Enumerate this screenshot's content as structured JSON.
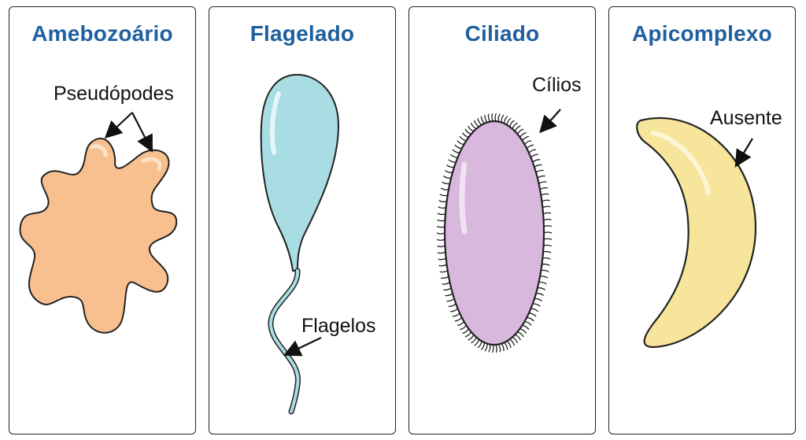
{
  "panels": [
    {
      "title": "Amebozoário",
      "label": "Pseudópodes",
      "fill": "#f9c08f"
    },
    {
      "title": "Flagelado",
      "label": "Flagelos",
      "fill": "#a8dde3"
    },
    {
      "title": "Ciliado",
      "label": "Cílios",
      "fill": "#d8b9dd"
    },
    {
      "title": "Apicomplexo",
      "label": "Ausente",
      "fill": "#f7e59c"
    }
  ],
  "colors": {
    "title": "#1f5f9e",
    "border": "#222222"
  }
}
